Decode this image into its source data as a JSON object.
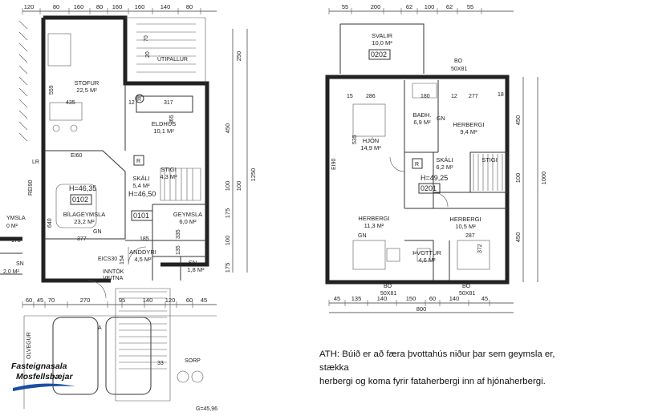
{
  "ground_floor": {
    "top_dims": [
      "120",
      "80",
      "160",
      "80",
      "160",
      "160",
      "140",
      "80"
    ],
    "bottom_dims_a": [
      "60",
      "45",
      "70",
      "270",
      "95",
      "140",
      "120",
      "60",
      "45"
    ],
    "right_dims": [
      "250",
      "450",
      "100",
      "1250",
      "100",
      "175",
      "100",
      "175"
    ],
    "rooms": {
      "stofur": {
        "name": "STOFUR",
        "area": "22,5 M²"
      },
      "eldhus": {
        "name": "ELDHÚS",
        "area": "10,1 M²"
      },
      "skali": {
        "name": "SKÁLI",
        "area": "5,4 M²"
      },
      "stigi": {
        "name": "STIGI",
        "area": "4,3 M²"
      },
      "bilageymsla": {
        "name": "BÍLAGEYMSLA",
        "area": "23,2 M²"
      },
      "geymsla": {
        "name": "GEYMSLA",
        "area": "6,0 M²"
      },
      "anddyri": {
        "name": "ANDDYRI",
        "area": "4,5 M²"
      },
      "sn": {
        "name": "SN",
        "area": "1,8 M²"
      }
    },
    "labels": {
      "utipallur": "ÚTIPALLUR",
      "h1": "H=46,35",
      "h2": "H=46,50",
      "unit1": "0102",
      "unit2": "0101",
      "ei60": "EI60",
      "re90": "REI90",
      "lr": "LR",
      "gn": "GN",
      "eics30": "EICS30",
      "inntok": "INNTÖK",
      "veitna": "VEITNA",
      "d435": "435",
      "d317": "317",
      "d365": "365",
      "d377": "377",
      "d185": "185",
      "d640": "640",
      "d559": "559",
      "d12": "12",
      "d20": "20",
      "d70": "70",
      "d335": "335",
      "d135": "135",
      "d154": "154",
      "neighbor_geymsla": "YMSLA",
      "neighbor_sn": "SN",
      "neighbor_area": "2,0 M²",
      "neighbor_178": "178",
      "neighbor_0m": "0 M²",
      "r": "R",
      "a": "A",
      "p33": "33",
      "sorp": "SORP",
      "olvegur": "OLVEGUR",
      "g_level": "G=45,96"
    }
  },
  "upper_floor": {
    "top_dims": [
      "55",
      "200",
      "62",
      "100",
      "62",
      "55"
    ],
    "bottom_dims_a": [
      "45",
      "135",
      "140",
      "150",
      "60",
      "140",
      "45"
    ],
    "bottom_total": "800",
    "right_dims": [
      "450",
      "100",
      "1000",
      "450"
    ],
    "rooms": {
      "svalir": {
        "name": "SVALIR",
        "area": "10,0 M²"
      },
      "hjon": {
        "name": "HJÓN",
        "area": "14,9 M²"
      },
      "badh": {
        "name": "BAÐH.",
        "area": "6,9 M²"
      },
      "herbergi1": {
        "name": "HERBERGI",
        "area": "9,4 M²"
      },
      "skali": {
        "name": "SKÁLI",
        "area": "6,2 M²"
      },
      "stigi": {
        "name": "STIGI",
        "area": ""
      },
      "herbergi2": {
        "name": "HERBERGI",
        "area": "11,3 M²"
      },
      "herbergi3": {
        "name": "HERBERGI",
        "area": "10,5 M²"
      },
      "thvottur": {
        "name": "ÞVOTTUR",
        "area": "4,6 M²"
      }
    },
    "labels": {
      "unit1": "0202",
      "unit2": "0201",
      "h": "H=49,25",
      "bo": "BO",
      "bo_size": "50X81",
      "ei90": "EI90",
      "gn": "GN",
      "d286": "286",
      "d180": "180",
      "d277": "277",
      "d287": "287",
      "d12": "12",
      "d15": "15",
      "d535": "535",
      "d372": "372",
      "d18": "18",
      "r": "R"
    }
  },
  "note": {
    "line1": "ATH: Búið er að færa þvottahús niður þar sem geymsla er, stækka",
    "line2": "herbergi og koma fyrir fataherbergi inn af hjónaherbergi."
  },
  "logo": {
    "line1": "Fasteignasala",
    "line2": "Mosfellsbæjar"
  }
}
